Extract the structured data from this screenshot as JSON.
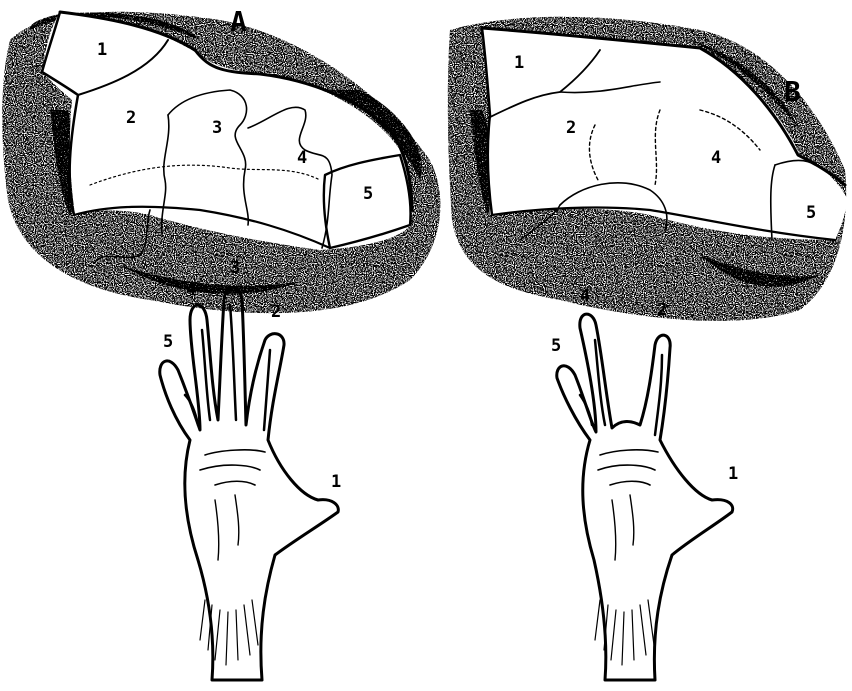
{
  "panels": {
    "a": {
      "letter": "A",
      "regions": [
        "1",
        "2",
        "3",
        "4",
        "5"
      ],
      "fingers": [
        "5",
        "4",
        "3",
        "2",
        "1"
      ]
    },
    "b": {
      "letter": "B",
      "regions": [
        "1",
        "2",
        "4",
        "5"
      ],
      "fingers": [
        "5",
        "4",
        "2",
        "1"
      ]
    }
  }
}
